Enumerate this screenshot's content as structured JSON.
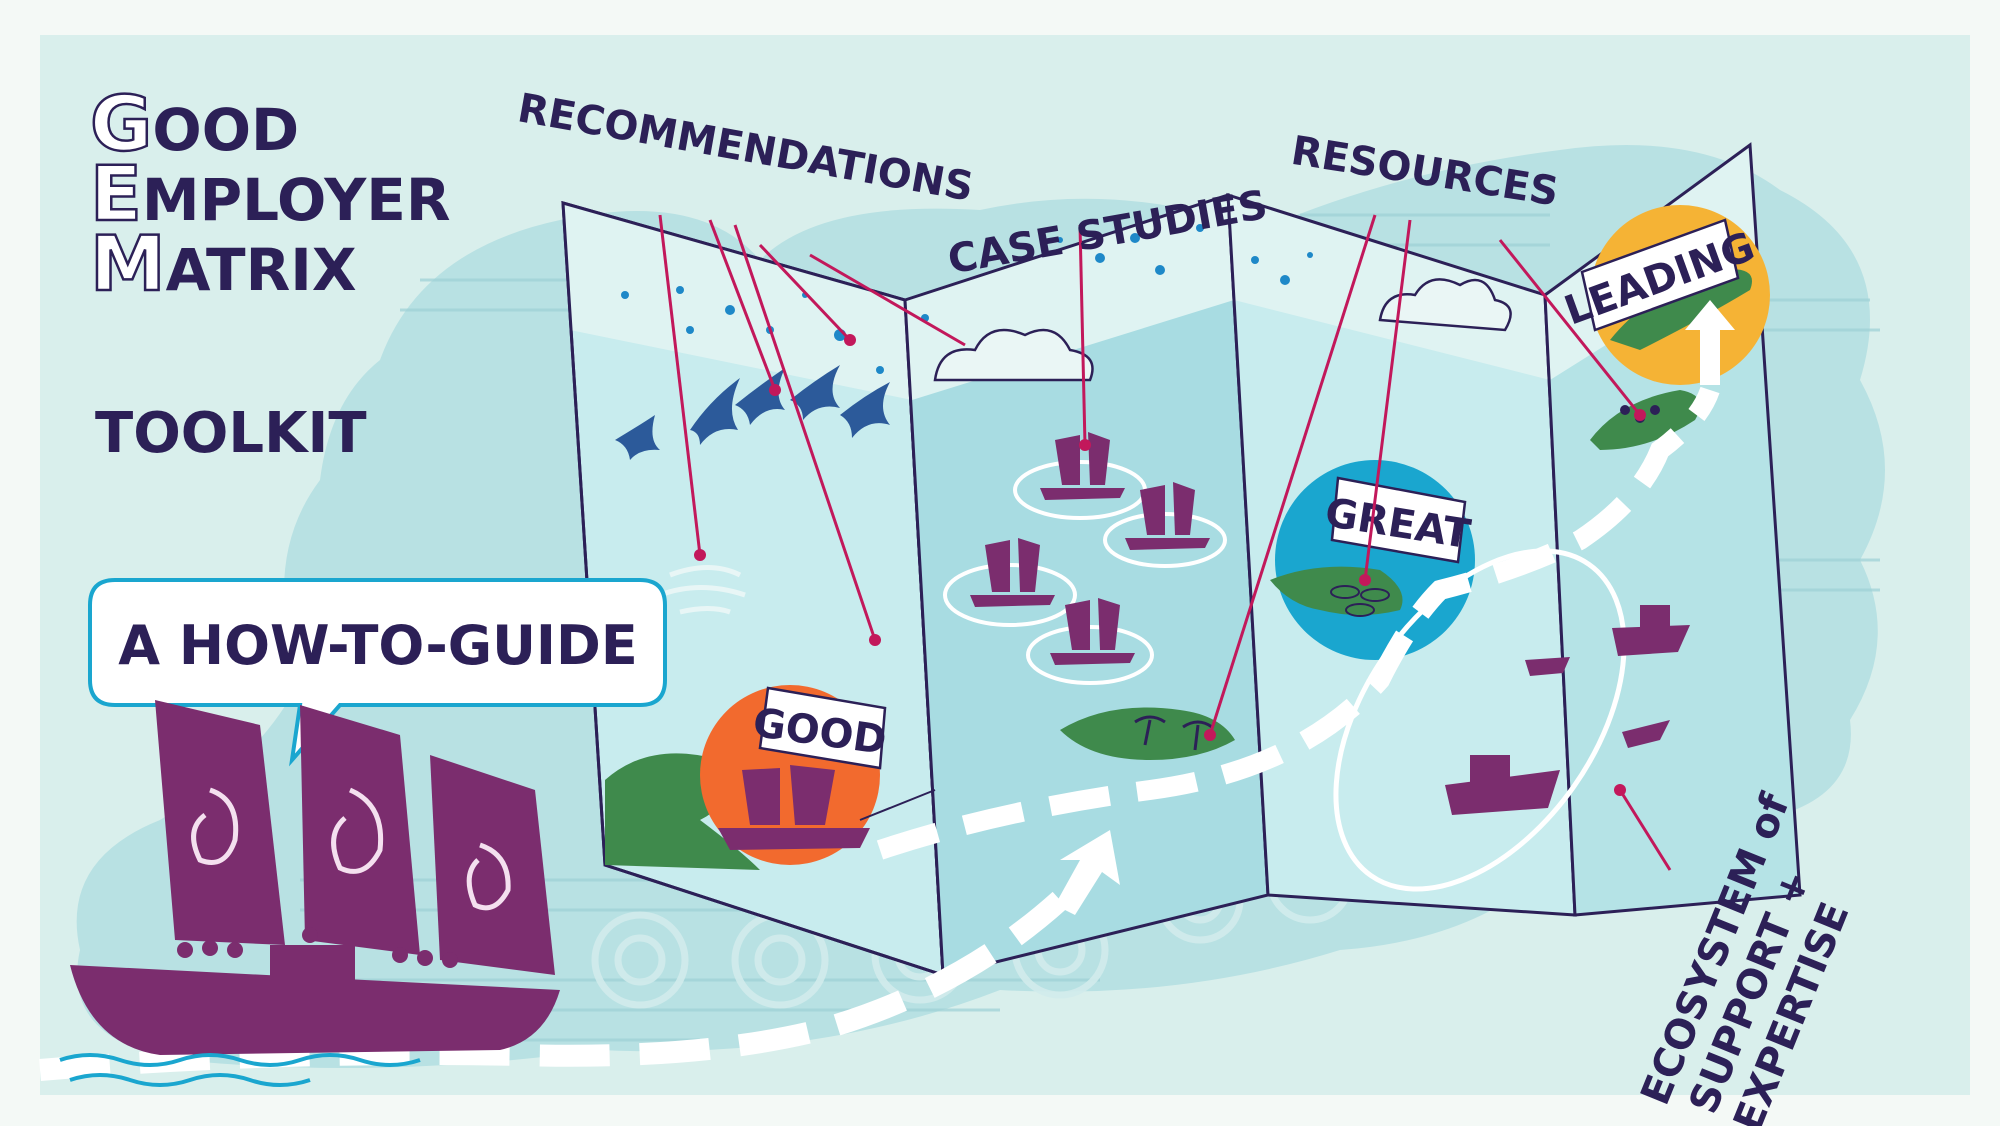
{
  "title": {
    "line1_initial": "G",
    "line1_rest": "OOD",
    "line2_initial": "E",
    "line2_rest": "MPLOYER",
    "line3_initial": "M",
    "line3_rest": "ATRIX",
    "toolkit": "TOOLKIT"
  },
  "speech_bubble": "A HOW-TO-GUIDE",
  "labels": {
    "recommendations": "RECOMMENDATIONS",
    "case_studies": "CASE STUDIES",
    "resources": "RESOURCES",
    "ecosystem_line1": "ECOSYSTEM of",
    "ecosystem_line2": "SUPPORT +",
    "ecosystem_line3": "EXPERTISE"
  },
  "levels": {
    "good": "GOOD",
    "great": "GREAT",
    "leading": "LEADING"
  },
  "colors": {
    "navy": "#2c2057",
    "magenta": "#c2185b",
    "purple": "#7b2d6e",
    "sea": "#a9dbe0",
    "orange": "#f26a2e",
    "yellow": "#f5b335",
    "blue": "#1aa6cf",
    "green": "#3f8a4c"
  }
}
